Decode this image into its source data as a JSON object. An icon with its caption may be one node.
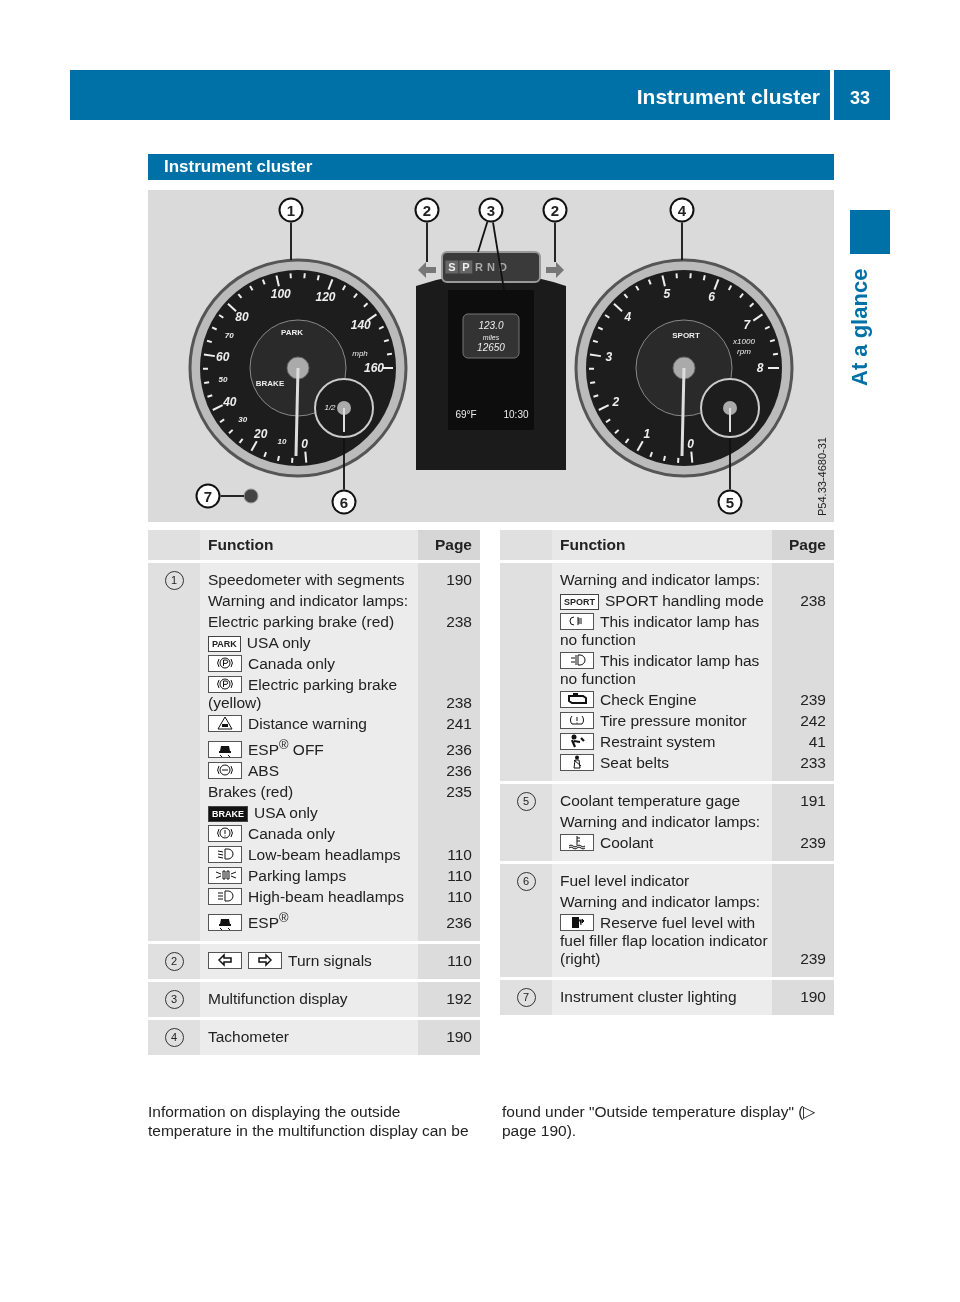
{
  "diagram": {
    "title": "Instrument cluster",
    "nodes": [
      {
        "text": [
          "1"
        ]
      },
      {
        "text": [
          "2"
        ]
      },
      {
        "text": [
          "3"
        ]
      },
      {
        "text": [
          "2"
        ]
      },
      {
        "text": [
          "4"
        ]
      },
      {
        "text": [
          "7"
        ]
      },
      {
        "text": [
          "6"
        ]
      },
      {
        "text": [
          "5"
        ]
      },
      {
        "text": [],
        "shape": "picture"
      },
      {
        "text": [],
        "shape": "picture"
      },
      {
        "text": [],
        "shape": "picture"
      },
      {
        "text": [],
        "shape": "picture"
      },
      {
        "text": [],
        "shape": "picture"
      },
      {
        "text": [],
        "shape": "picture"
      },
      {
        "text": [],
        "shape": "circle"
      },
      {
        "text": [],
        "shape": "picture",
        "in": 8
      },
      {
        "text": [],
        "shape": "picture",
        "in": 13
      }
    ],
    "edges": [
      {
        "from": 0,
        "to": 8,
        "arrow": "none"
      },
      {
        "from": 1,
        "to": 9,
        "arrow": "none"
      },
      {
        "from": 2,
        "to": 10,
        "arrow": "none"
      },
      {
        "from": 2,
        "to": 11,
        "arrow": "none"
      },
      {
        "from": 3,
        "to": 12,
        "arrow": "none"
      },
      {
        "from": 4,
        "to": 13,
        "arrow": "none"
      },
      {
        "from": 5,
        "to": 14,
        "arrow": "none"
      },
      {
        "from": 6,
        "to": 15,
        "arrow": "none"
      },
      {
        "from": 7,
        "to": 16,
        "arrow": "none"
      }
    ],
    "labels": [
      "33",
      "At a glance",
      "Instrument cluster",
      "0",
      "10",
      "20",
      "30",
      "40",
      "50",
      "60",
      "70",
      "80",
      "100",
      "120",
      "140",
      "160",
      "mph",
      "PARK",
      "BRAKE",
      "1/2",
      "S",
      "P",
      "R",
      "N",
      "D",
      "123.0",
      "miles",
      "12650",
      "69°F",
      "10:30",
      "0",
      "1",
      "2",
      "3",
      "4",
      "5",
      "6",
      "7",
      "8",
      "x1000",
      "rpm",
      "SPORT",
      "P54.33-4680-31",
      "Function",
      "Page",
      "1",
      "Speedometer with segments",
      "190",
      "Warning and indicator lamps:",
      "Electric parking brake (red)",
      "238",
      "PARK",
      "USA only",
      "Canada only",
      "Electric parking brake (yellow)",
      "238",
      "Distance warning",
      "241",
      "ESP$^{®}$ OFF",
      "236",
      "ABS",
      "236",
      "Brakes (red)",
      "235",
      "BRAKE",
      "USA only",
      "Canada only",
      "Low-beam headlamps",
      "110",
      "Parking lamps",
      "110",
      "High-beam headlamps",
      "110",
      "ESP$^{®}$",
      "236",
      "2",
      "Turn signals",
      "110",
      "3",
      "Multifunction display",
      "192",
      "4",
      "Tachometer",
      "190",
      "Function",
      "Page",
      "Warning and indicator lamps:",
      "SPORT",
      "SPORT handling mode",
      "238",
      "This indicator lamp has no function",
      "This indicator lamp has no function",
      "Check Engine",
      "239",
      "Tire pressure monitor",
      "242",
      "Restraint system",
      "41",
      "Seat belts",
      "233",
      "5",
      "Coolant temperature gage",
      "191",
      "Warning and indicator lamps:",
      "Coolant",
      "239",
      "6",
      "Fuel level indicator",
      "Warning and indicator lamps:",
      "Reserve fuel level with fuel filler flap location indicator (right)",
      "239",
      "7",
      "Instrument cluster lighting",
      "190",
      "Information on displaying the outside temperature in the multifunction display can be found under \"Outside temperature display\" (▷ page 190)."
    ]
  }
}
